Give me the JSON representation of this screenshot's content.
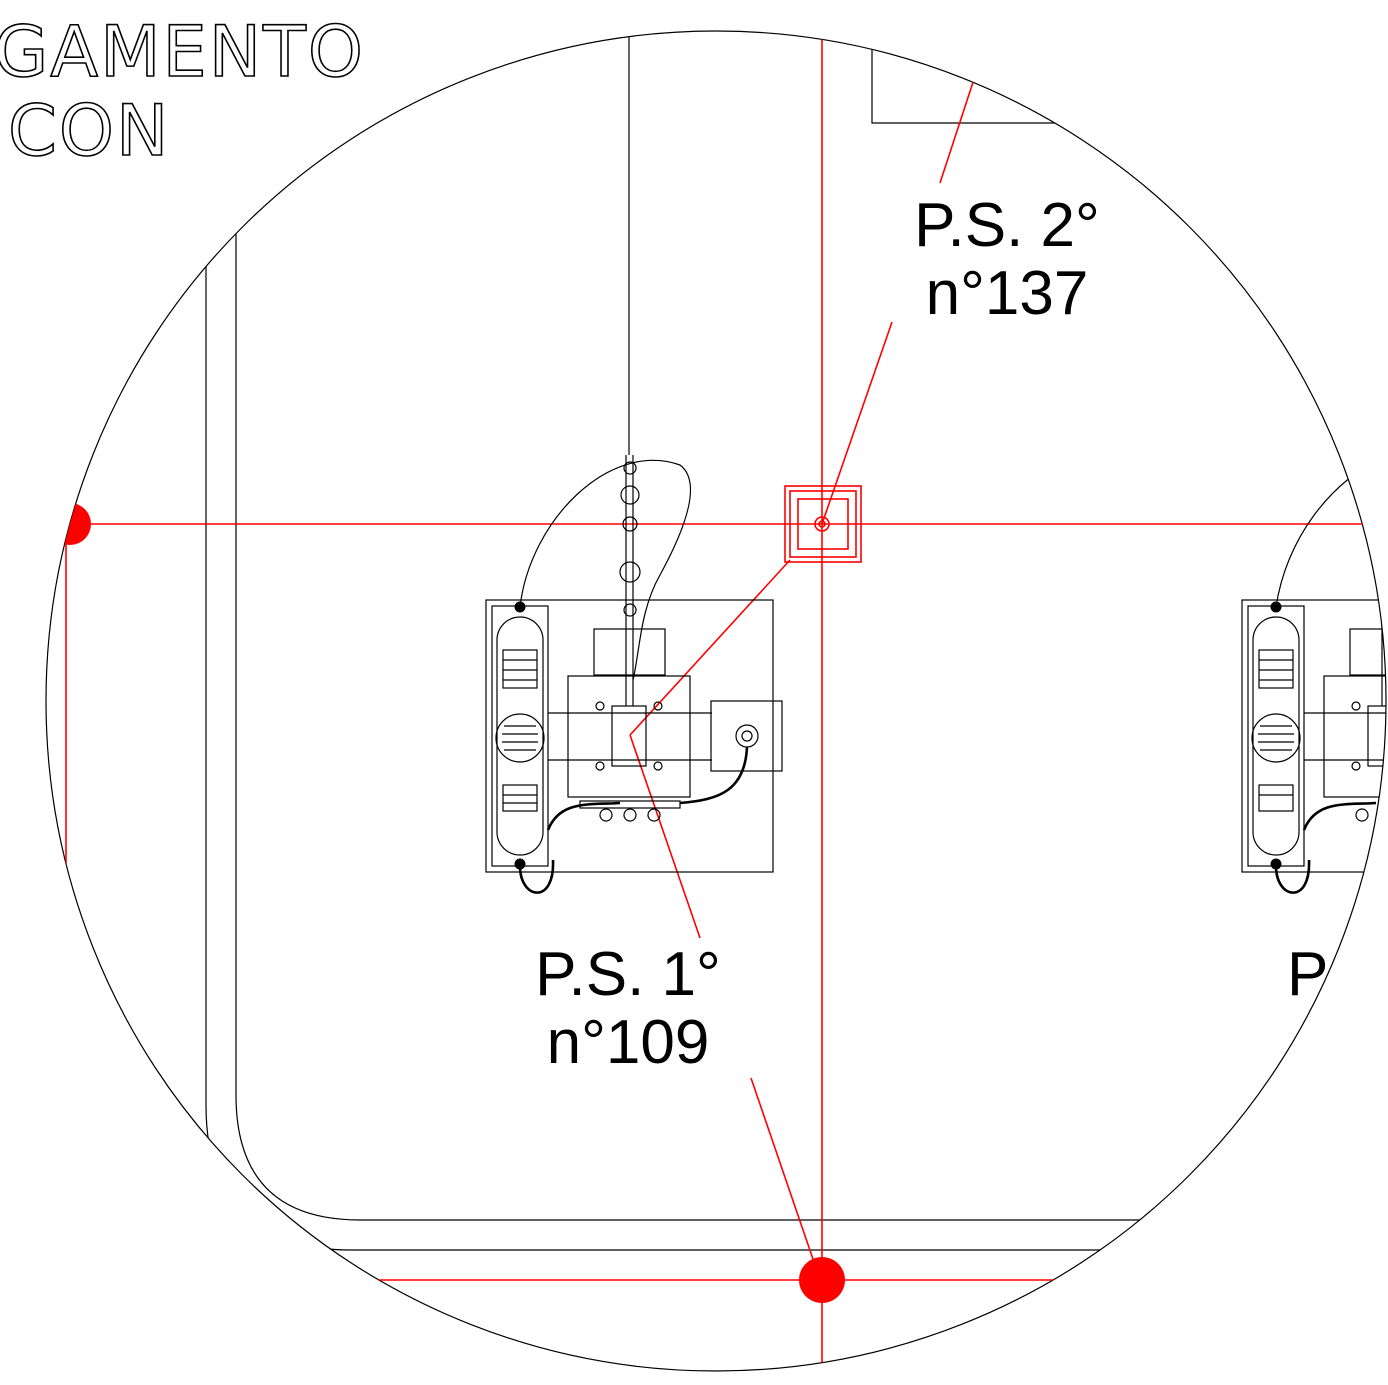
{
  "title_fragment": {
    "line1": "GAMENTO",
    "line2": "CON"
  },
  "labels": {
    "ps2": {
      "line1": "P.S. 2°",
      "line2": "n°137"
    },
    "ps1": {
      "line1": "P.S. 1°",
      "line2": "n°109"
    },
    "ps_right": {
      "line1": "P.S"
    }
  },
  "colors": {
    "line": "#000000",
    "red": "#ff0000"
  }
}
